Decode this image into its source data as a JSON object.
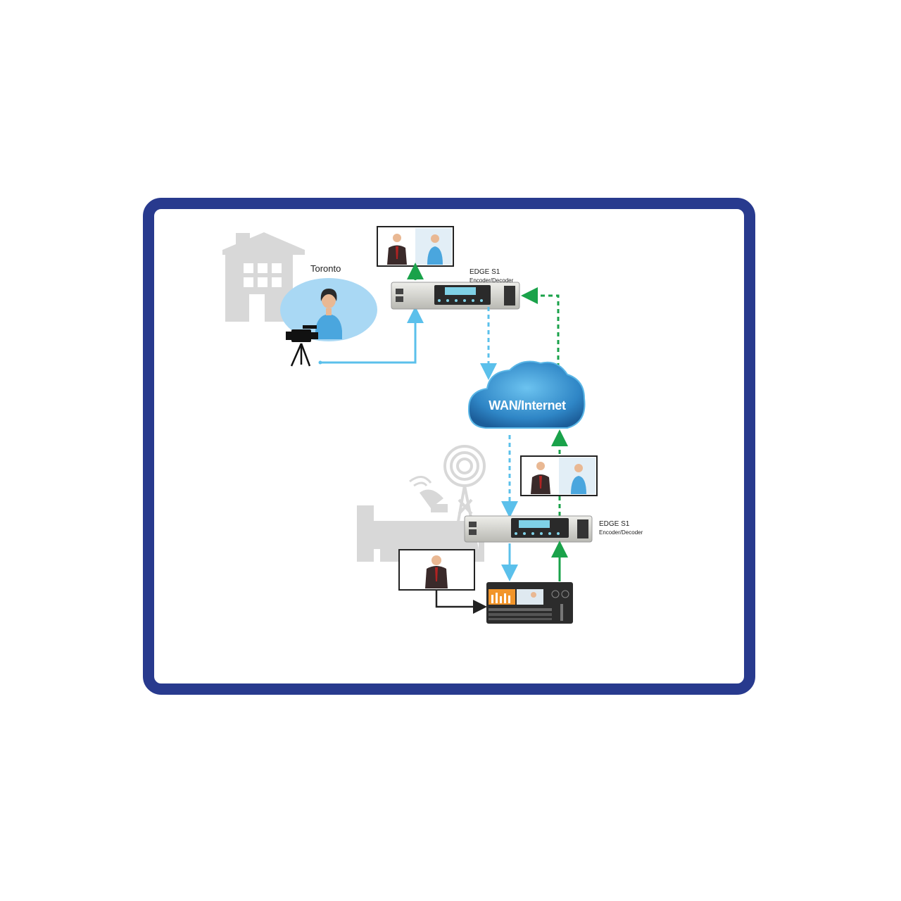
{
  "location": {
    "name": "Toronto"
  },
  "devices": [
    {
      "name": "EDGE S1",
      "role": "Encoder/Decoder"
    },
    {
      "name": "EDGE S1",
      "role": "Encoder/Decoder"
    }
  ],
  "network": {
    "label": "WAN/Internet"
  },
  "colors": {
    "frame": "#283a8e",
    "outgoing_stream": "#5bc0eb",
    "return_stream": "#1aa24a",
    "cloud": "#2f86c6",
    "building": "#d8d8d8"
  },
  "icons": [
    "building-icon",
    "presenter-icon",
    "video-camera-icon",
    "monitor-icon",
    "encoder-device-icon",
    "cloud-icon",
    "broadcast-tower-icon",
    "satellite-dish-icon",
    "production-switcher-icon"
  ]
}
